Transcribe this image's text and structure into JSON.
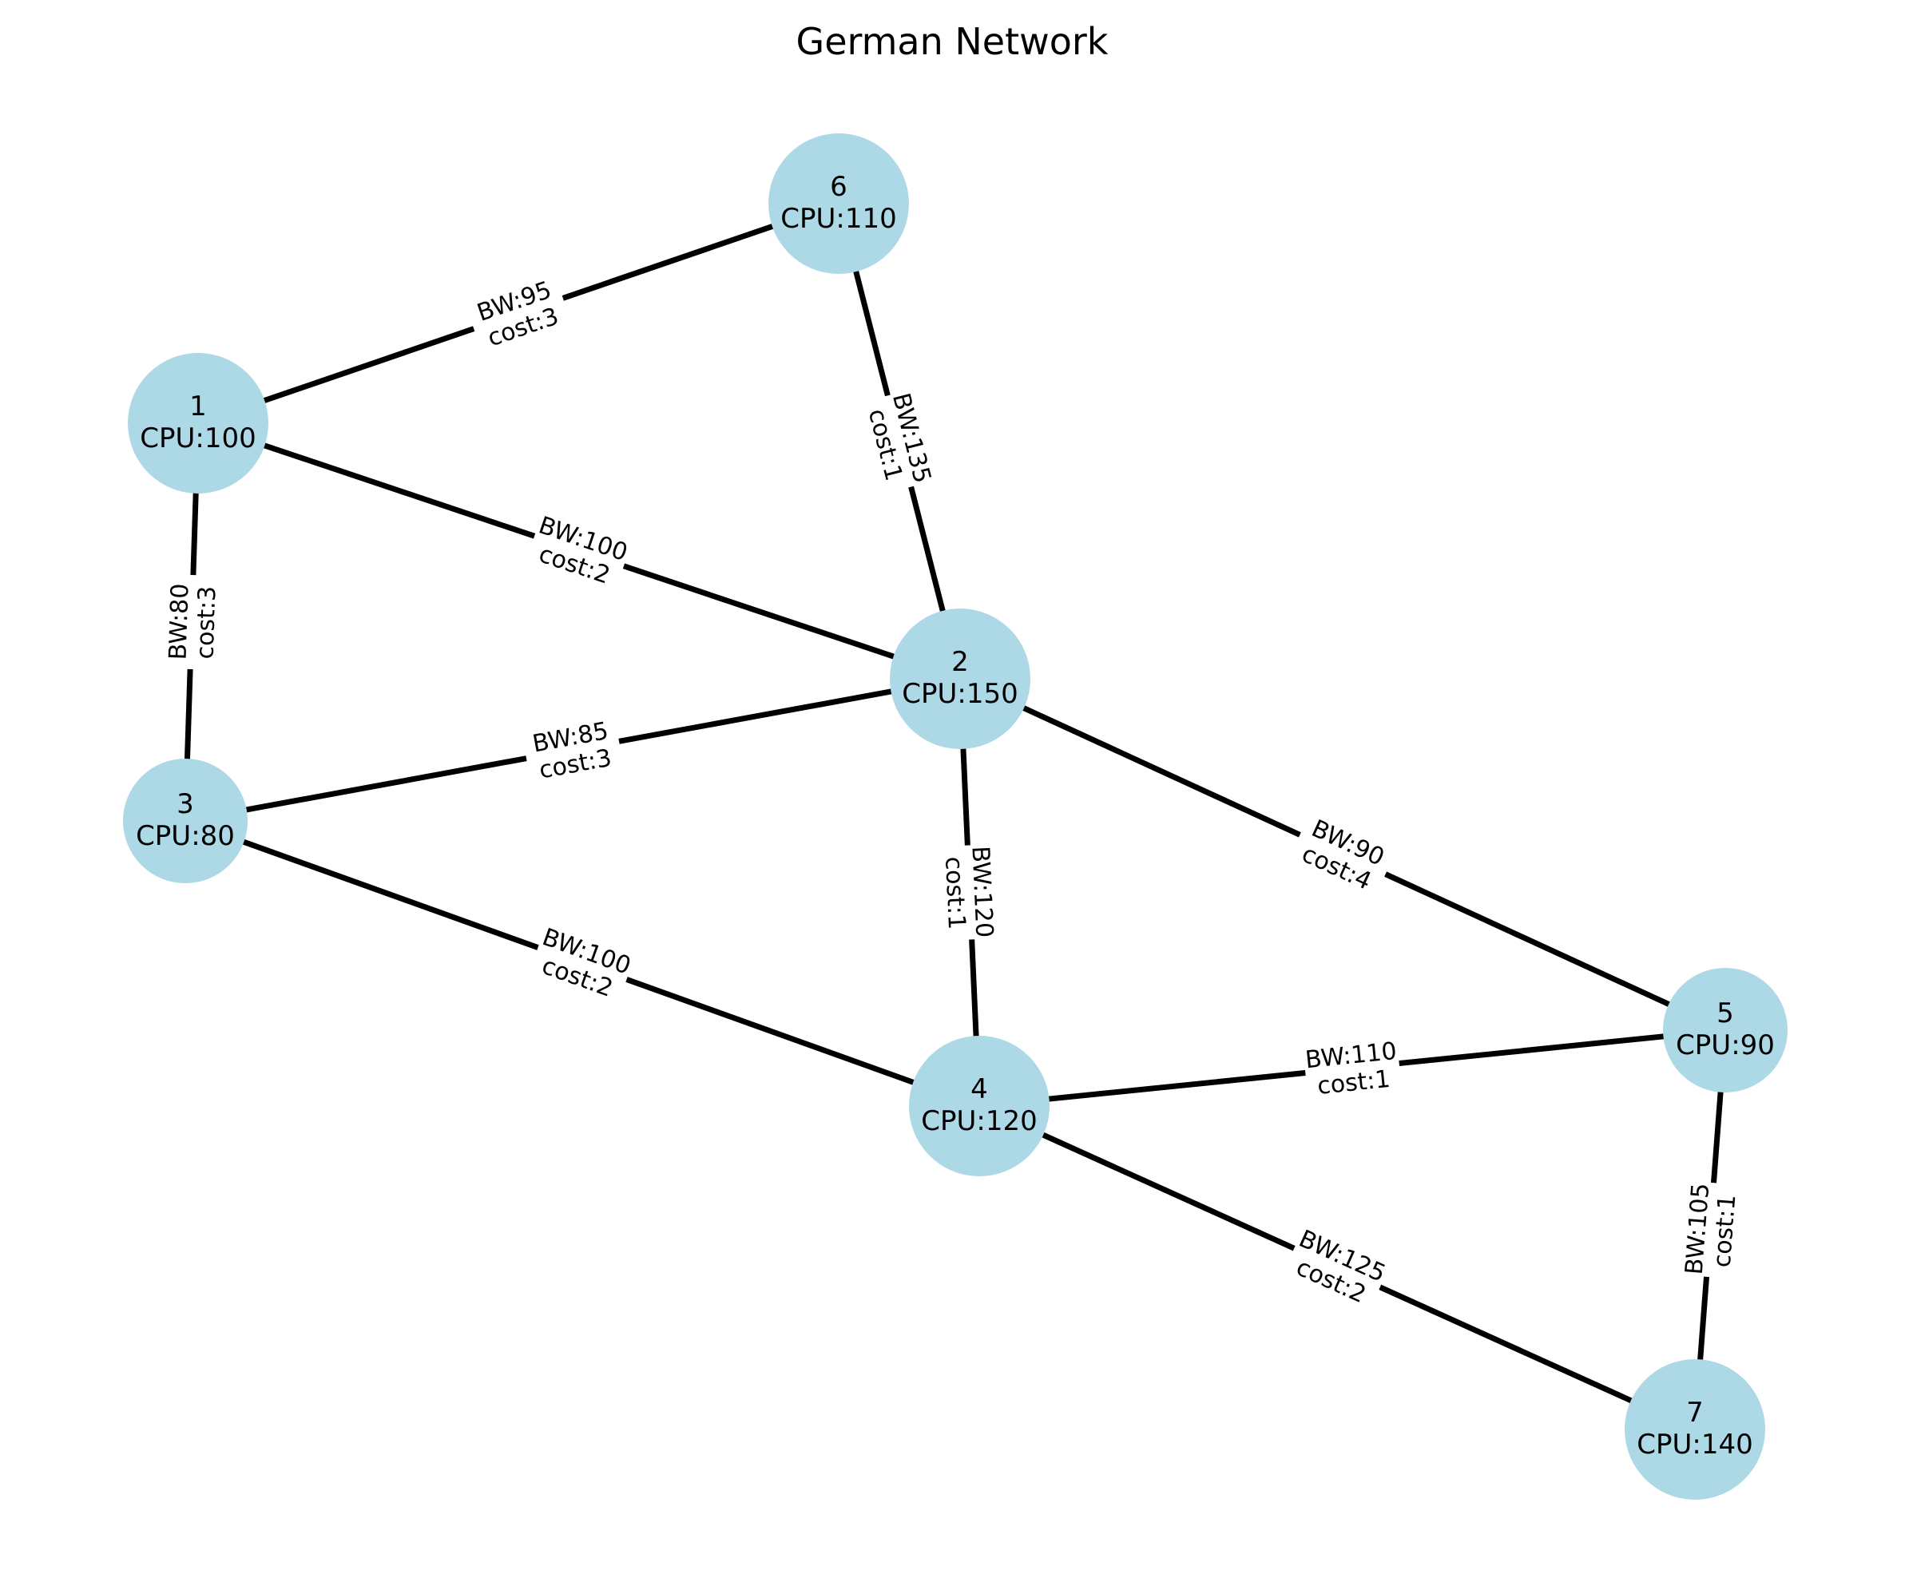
{
  "title": "German Network",
  "colors": {
    "node_fill": "#add8e6",
    "edge": "#000000",
    "label_bg": "#ffffff",
    "text": "#000000"
  },
  "nodes": [
    {
      "id": "1",
      "cpu_label": "CPU:100"
    },
    {
      "id": "2",
      "cpu_label": "CPU:150"
    },
    {
      "id": "3",
      "cpu_label": "CPU:80"
    },
    {
      "id": "4",
      "cpu_label": "CPU:120"
    },
    {
      "id": "5",
      "cpu_label": "CPU:90"
    },
    {
      "id": "6",
      "cpu_label": "CPU:110"
    },
    {
      "id": "7",
      "cpu_label": "CPU:140"
    }
  ],
  "edges": [
    {
      "source": "1",
      "target": "6",
      "bw_label": "BW:95",
      "cost_label": "cost:3"
    },
    {
      "source": "1",
      "target": "2",
      "bw_label": "BW:100",
      "cost_label": "cost:2"
    },
    {
      "source": "1",
      "target": "3",
      "bw_label": "BW:80",
      "cost_label": "cost:3"
    },
    {
      "source": "6",
      "target": "2",
      "bw_label": "BW:135",
      "cost_label": "cost:1"
    },
    {
      "source": "3",
      "target": "2",
      "bw_label": "BW:85",
      "cost_label": "cost:3"
    },
    {
      "source": "3",
      "target": "4",
      "bw_label": "BW:100",
      "cost_label": "cost:2"
    },
    {
      "source": "2",
      "target": "4",
      "bw_label": "BW:120",
      "cost_label": "cost:1"
    },
    {
      "source": "2",
      "target": "5",
      "bw_label": "BW:90",
      "cost_label": "cost:4"
    },
    {
      "source": "4",
      "target": "5",
      "bw_label": "BW:110",
      "cost_label": "cost:1"
    },
    {
      "source": "4",
      "target": "7",
      "bw_label": "BW:125",
      "cost_label": "cost:2"
    },
    {
      "source": "5",
      "target": "7",
      "bw_label": "BW:105",
      "cost_label": "cost:1"
    }
  ]
}
